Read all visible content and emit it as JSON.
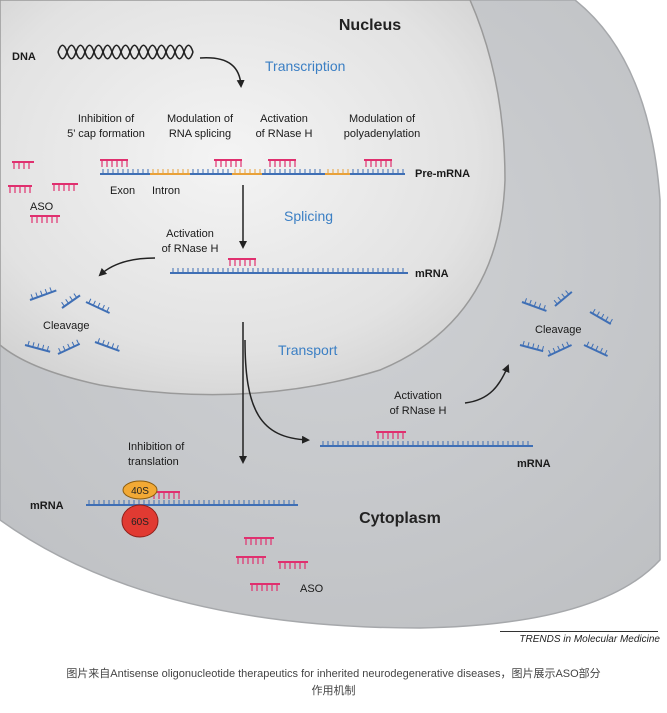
{
  "labels": {
    "nucleus": "Nucleus",
    "cytoplasm": "Cytoplasm",
    "dna": "DNA",
    "transcription": "Transcription",
    "splicing": "Splicing",
    "transport": "Transport",
    "pre_mrna": "Pre-mRNA",
    "mrna_nuclear": "mRNA",
    "mrna_cyto_right": "mRNA",
    "mrna_left": "mRNA",
    "exon": "Exon",
    "intron": "Intron",
    "aso_top": "ASO",
    "aso_bottom": "ASO",
    "cleavage_left": "Cleavage",
    "cleavage_right": "Cleavage",
    "ribosome_small": "40S",
    "ribosome_large": "60S"
  },
  "mechanisms": {
    "cap_line1": "Inhibition of",
    "cap_line2": "5’ cap formation",
    "splice_line1": "Modulation of",
    "splice_line2": "RNA splicing",
    "rnaseh_line1": "Activation",
    "rnaseh_line2": "of RNase H",
    "polya_line1": "Modulation of",
    "polya_line2": "polyadenylation",
    "nuc_rnaseh_line1": "Activation",
    "nuc_rnaseh_line2": "of RNase H",
    "cyto_rnaseh_line1": "Activation",
    "cyto_rnaseh_line2": "of RNase H",
    "translation_line1": "Inhibition of",
    "translation_line2": "translation"
  },
  "credit": "TRENDS in Molecular Medicine",
  "caption": {
    "line1": "图片来自Antisense oligonucleotide therapeutics for inherited neurodegenerative diseases，图片展示ASO部分",
    "line2": "作用机制"
  },
  "colors": {
    "rna": "#3f6fb5",
    "intron": "#e8a13a",
    "aso": "#e0306f",
    "cytoplasm": "#c9cbce",
    "nucleus": "#e4e4e4",
    "ribosome_small": "#f2a935",
    "ribosome_large": "#e13a32",
    "accent_text": "#3b7fc4"
  }
}
